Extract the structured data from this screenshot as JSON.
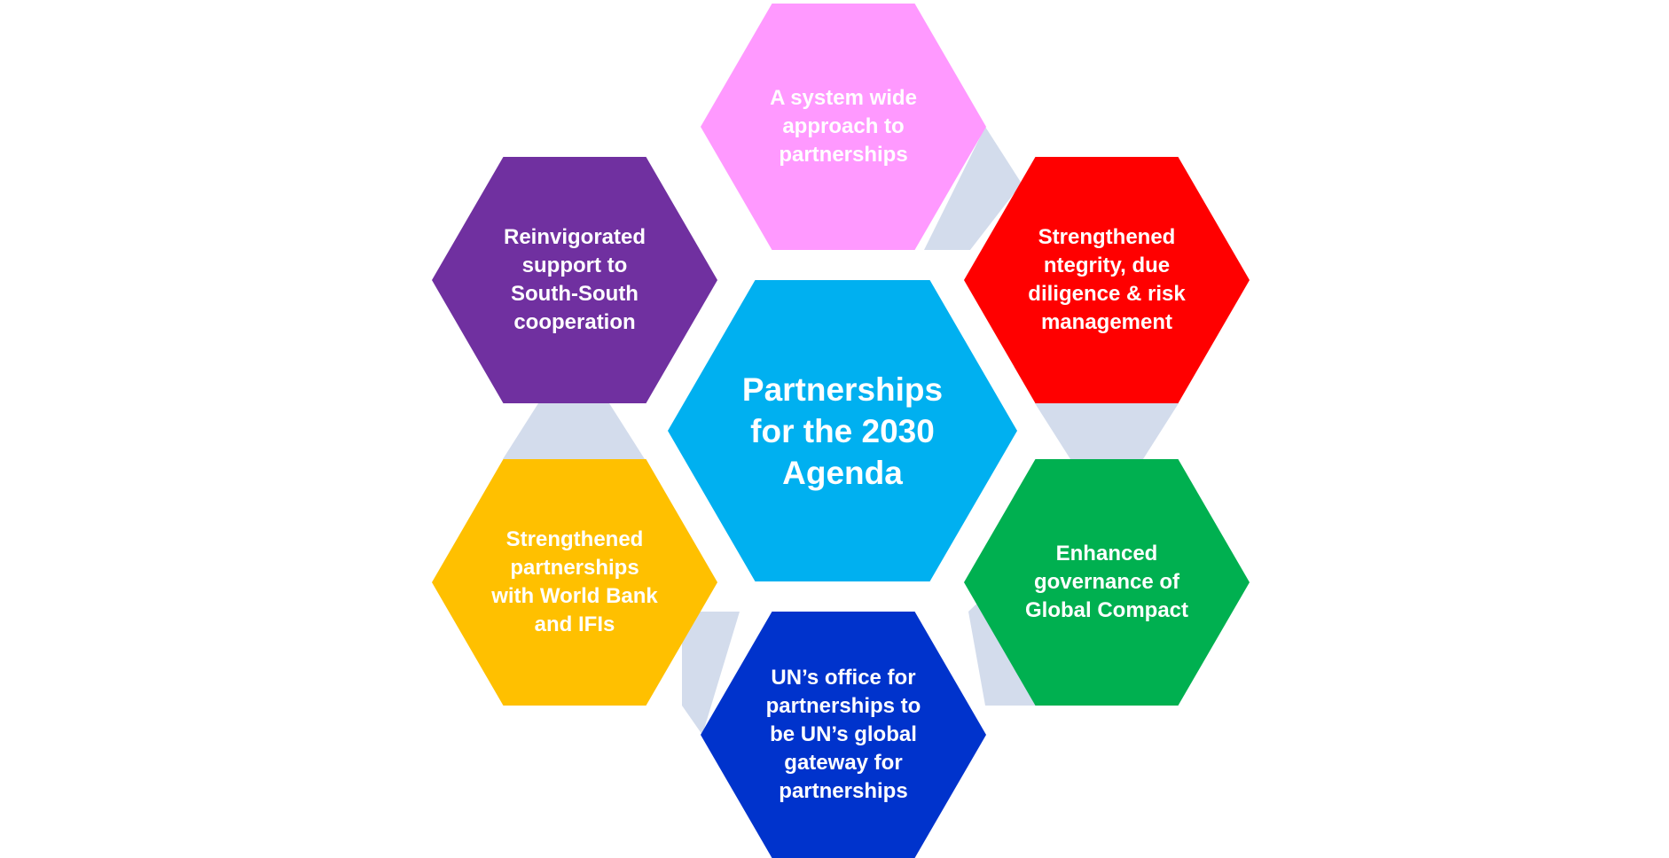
{
  "center": {
    "label": "Partnerships\nfor the 2030\nAgenda",
    "color": "#00B0F0"
  },
  "hexagons": [
    {
      "id": "top",
      "label": "A system wide\napproach to\npartnerships",
      "color": "#FF99FF"
    },
    {
      "id": "right-up",
      "label": "Strengthened\nntegrity, due\ndiligence & risk\nmanagement",
      "color": "#FF0000"
    },
    {
      "id": "right-dn",
      "label": "Enhanced\ngovernance of\nGlobal Compact",
      "color": "#00B050"
    },
    {
      "id": "bottom",
      "label": "UN’s office for\npartnerships to\nbe UN’s global\ngateway for\npartnerships",
      "color": "#0033CC"
    },
    {
      "id": "left-dn",
      "label": "Strengthened\npartnerships\nwith World Bank\nand IFIs",
      "color": "#FFC000"
    },
    {
      "id": "left-up",
      "label": "Reinvigorated\nsupport to\nSouth-South\ncooperation",
      "color": "#7030A0"
    }
  ],
  "connector_color": "#D3DCEC"
}
